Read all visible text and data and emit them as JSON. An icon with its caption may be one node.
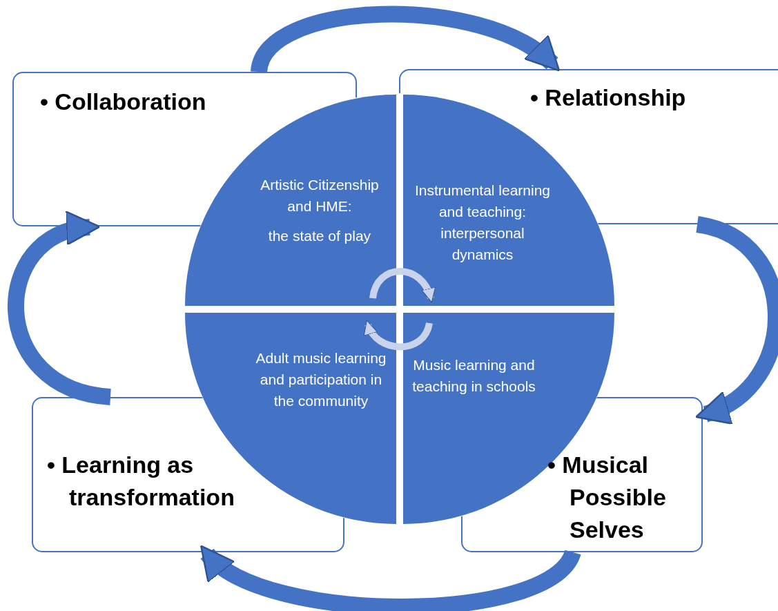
{
  "diagram": {
    "nodes": [
      {
        "text": [
          "• Collaboration"
        ]
      },
      {
        "text": [
          "• Relationship"
        ]
      },
      {
        "text": [
          "Artistic Citizenship and HME:",
          "the state of play"
        ]
      },
      {
        "text": [
          "Instrumental learning and teaching: interpersonal dynamics"
        ]
      },
      {
        "text": [
          "Adult music learning and participation in the community"
        ]
      },
      {
        "text": [
          "Music learning and teaching in schools"
        ]
      },
      {
        "text": [
          "• Learning as transformation"
        ]
      },
      {
        "text": [
          "• Musical Possible Selves"
        ]
      }
    ],
    "edges": [
      {
        "from": 0,
        "to": 1,
        "arrow": "to"
      },
      {
        "from": 1,
        "to": 7,
        "arrow": "to"
      },
      {
        "from": 7,
        "to": 6,
        "arrow": "to"
      },
      {
        "from": 6,
        "to": 0,
        "arrow": "to"
      },
      {
        "from": 2,
        "to": 3,
        "arrow": "to",
        "color": "#c9d4ec"
      },
      {
        "from": 5,
        "to": 4,
        "arrow": "to",
        "color": "#c9d4ec"
      }
    ]
  }
}
